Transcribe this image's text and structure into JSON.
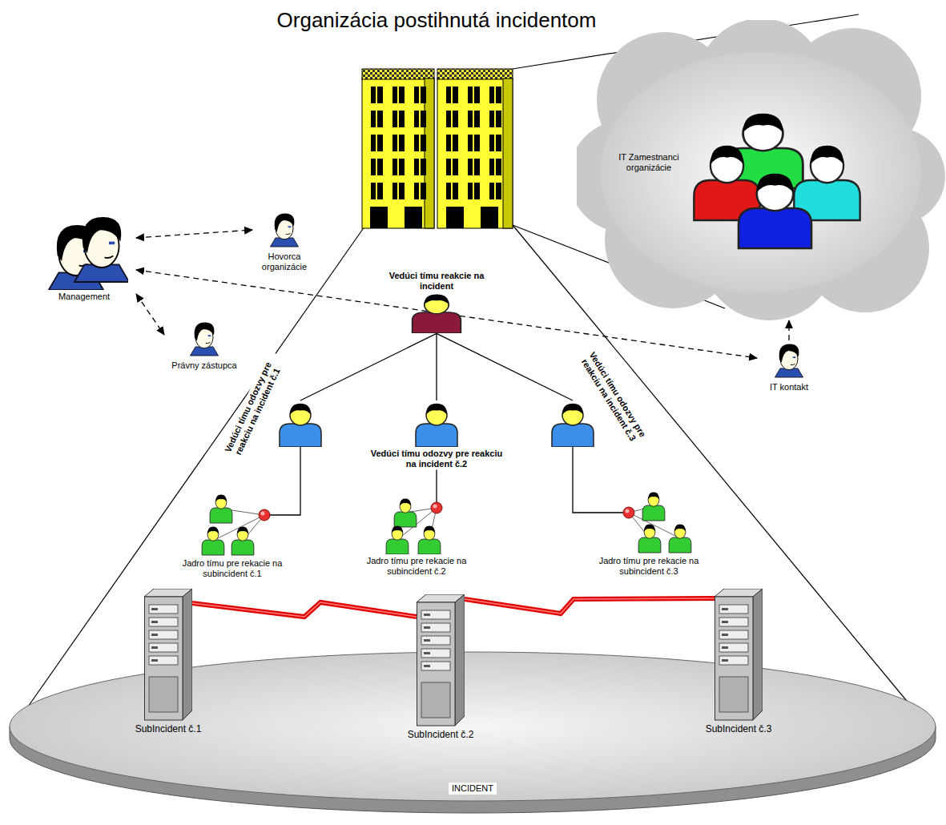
{
  "diagram": {
    "title": "Organizácia postihnutá incidentom",
    "nodes": [
      {
        "text": [
          "IT Zamestnanci organizácie"
        ]
      },
      {
        "text": [
          "Management"
        ]
      },
      {
        "text": [
          "Hovorca organizácie"
        ]
      },
      {
        "text": [
          "Vedúci tímu reakcie na incident"
        ]
      },
      {
        "text": [
          "Právny zástupca"
        ]
      },
      {
        "text": [
          "IT kontakt"
        ]
      },
      {
        "text": [
          "Vedúci tímu odozvy pre reakciu na incident č.1"
        ]
      },
      {
        "text": [
          "Vedúci tímu odozvy pre reakciu na incident č.2"
        ]
      },
      {
        "text": [
          "Vedúci tímu odozvy pre reakciu na incident č.3"
        ]
      },
      {
        "text": [
          "Jadro tímu pre rekacie na subincident č.1"
        ]
      },
      {
        "text": [
          "Jadro tímu pre rekacie na subincident č.2"
        ]
      },
      {
        "text": [
          "Jadro tímu pre rekacie na subincident č.3"
        ]
      },
      {
        "text": [
          "INCIDENT"
        ]
      },
      {
        "text": [
          "SubIncident č.1"
        ],
        "in": 12
      },
      {
        "text": [
          "SubIncident č.2"
        ],
        "in": 12
      },
      {
        "text": [
          "SubIncident č.3"
        ],
        "in": 12
      }
    ],
    "edges": [
      {
        "from": 1,
        "to": 2,
        "arrow": "both"
      },
      {
        "from": 1,
        "to": 4,
        "arrow": "both"
      },
      {
        "from": 1,
        "to": 5,
        "arrow": "both"
      },
      {
        "from": 5,
        "to": 0,
        "arrow": "to"
      },
      {
        "from": 3,
        "to": 6,
        "arrow": "none"
      },
      {
        "from": 3,
        "to": 7,
        "arrow": "none"
      },
      {
        "from": 3,
        "to": 8,
        "arrow": "none"
      },
      {
        "from": 6,
        "to": 9,
        "arrow": "none"
      },
      {
        "from": 7,
        "to": 10,
        "arrow": "none"
      },
      {
        "from": 8,
        "to": 11,
        "arrow": "none"
      },
      {
        "from": 13,
        "to": 14,
        "arrow": "none"
      },
      {
        "from": 14,
        "to": 15,
        "arrow": "none"
      }
    ]
  }
}
